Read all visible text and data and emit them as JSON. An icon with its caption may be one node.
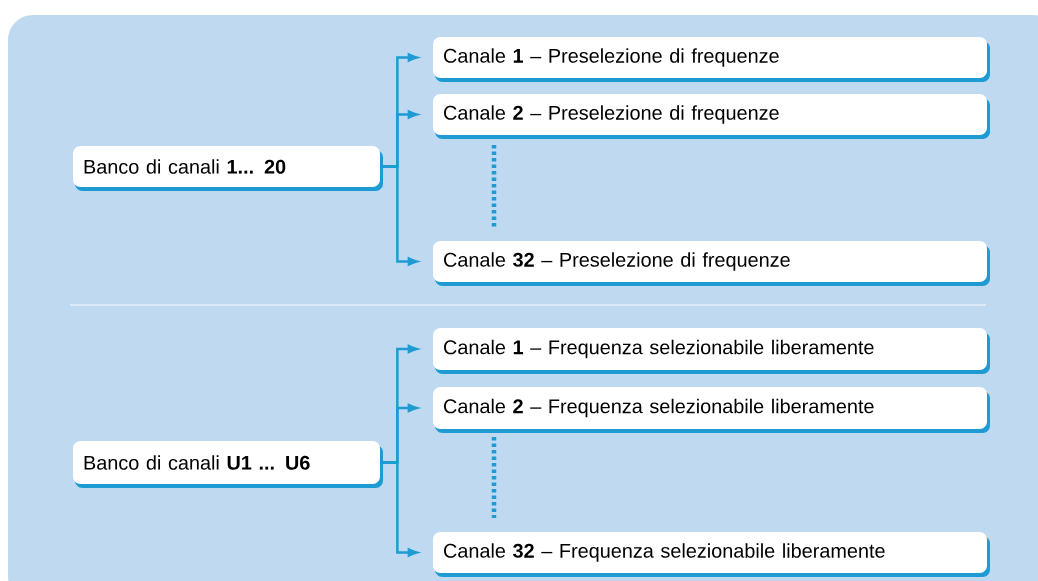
{
  "diagram": {
    "nodes": [
      {
        "text": [
          "Banco di canali **1... 20**"
        ]
      },
      {
        "text": [
          "Canale **1** – Preselezione di frequenze"
        ]
      },
      {
        "text": [
          "Canale **2** – Preselezione di frequenze"
        ]
      },
      {
        "text": [
          "Canale **32** – Preselezione di frequenze"
        ]
      },
      {
        "text": [
          "Banco di canali **U1 ... U6**"
        ]
      },
      {
        "text": [
          "Canale **1** – Frequenza selezionabile liberamente"
        ]
      },
      {
        "text": [
          "Canale **2** – Frequenza selezionabile liberamente"
        ]
      },
      {
        "text": [
          "Canale **32** – Frequenza selezionabile liberamente"
        ]
      }
    ],
    "edges": [
      {
        "from": 0,
        "to": 1,
        "arrow": "to"
      },
      {
        "from": 0,
        "to": 2,
        "arrow": "to"
      },
      {
        "from": 0,
        "to": 3,
        "arrow": "to"
      },
      {
        "from": 4,
        "to": 5,
        "arrow": "to"
      },
      {
        "from": 4,
        "to": 6,
        "arrow": "to"
      },
      {
        "from": 4,
        "to": 7,
        "arrow": "to"
      }
    ]
  }
}
